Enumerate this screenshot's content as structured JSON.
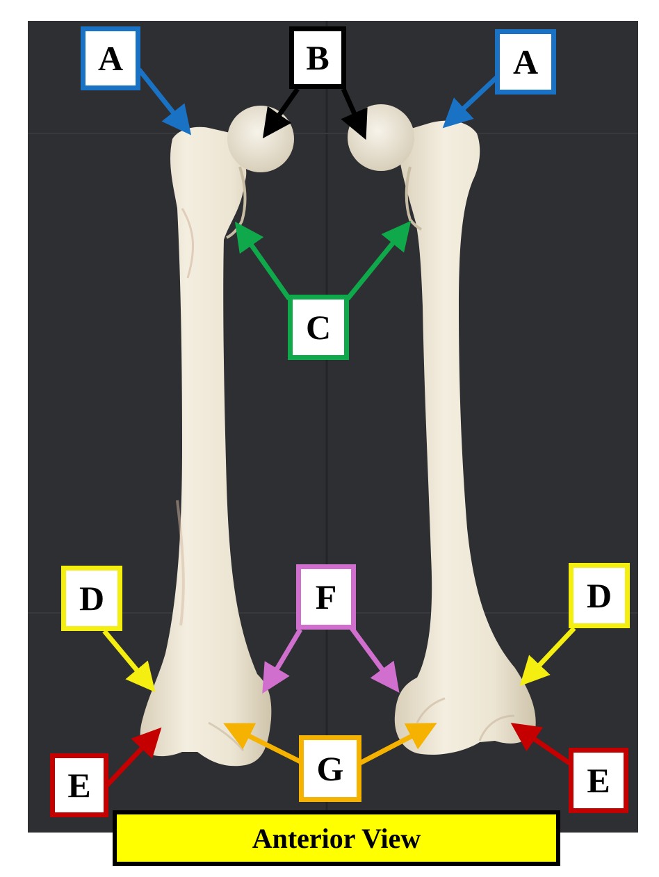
{
  "title": "Anterior View",
  "colors": {
    "background_board": "#2e2f33",
    "bone": "#ece5d3",
    "label_A": "#1a72c4",
    "label_B": "#000000",
    "label_C": "#0fa84a",
    "label_D": "#f5ee11",
    "label_E": "#c40000",
    "label_F": "#d06fce",
    "label_G": "#f5b200",
    "title_fill": "#ffff00"
  },
  "labels": {
    "a_left": "A",
    "a_right": "A",
    "b": "B",
    "c": "C",
    "d_left": "D",
    "d_right": "D",
    "e_left": "E",
    "e_right": "E",
    "f": "F",
    "g": "G"
  }
}
